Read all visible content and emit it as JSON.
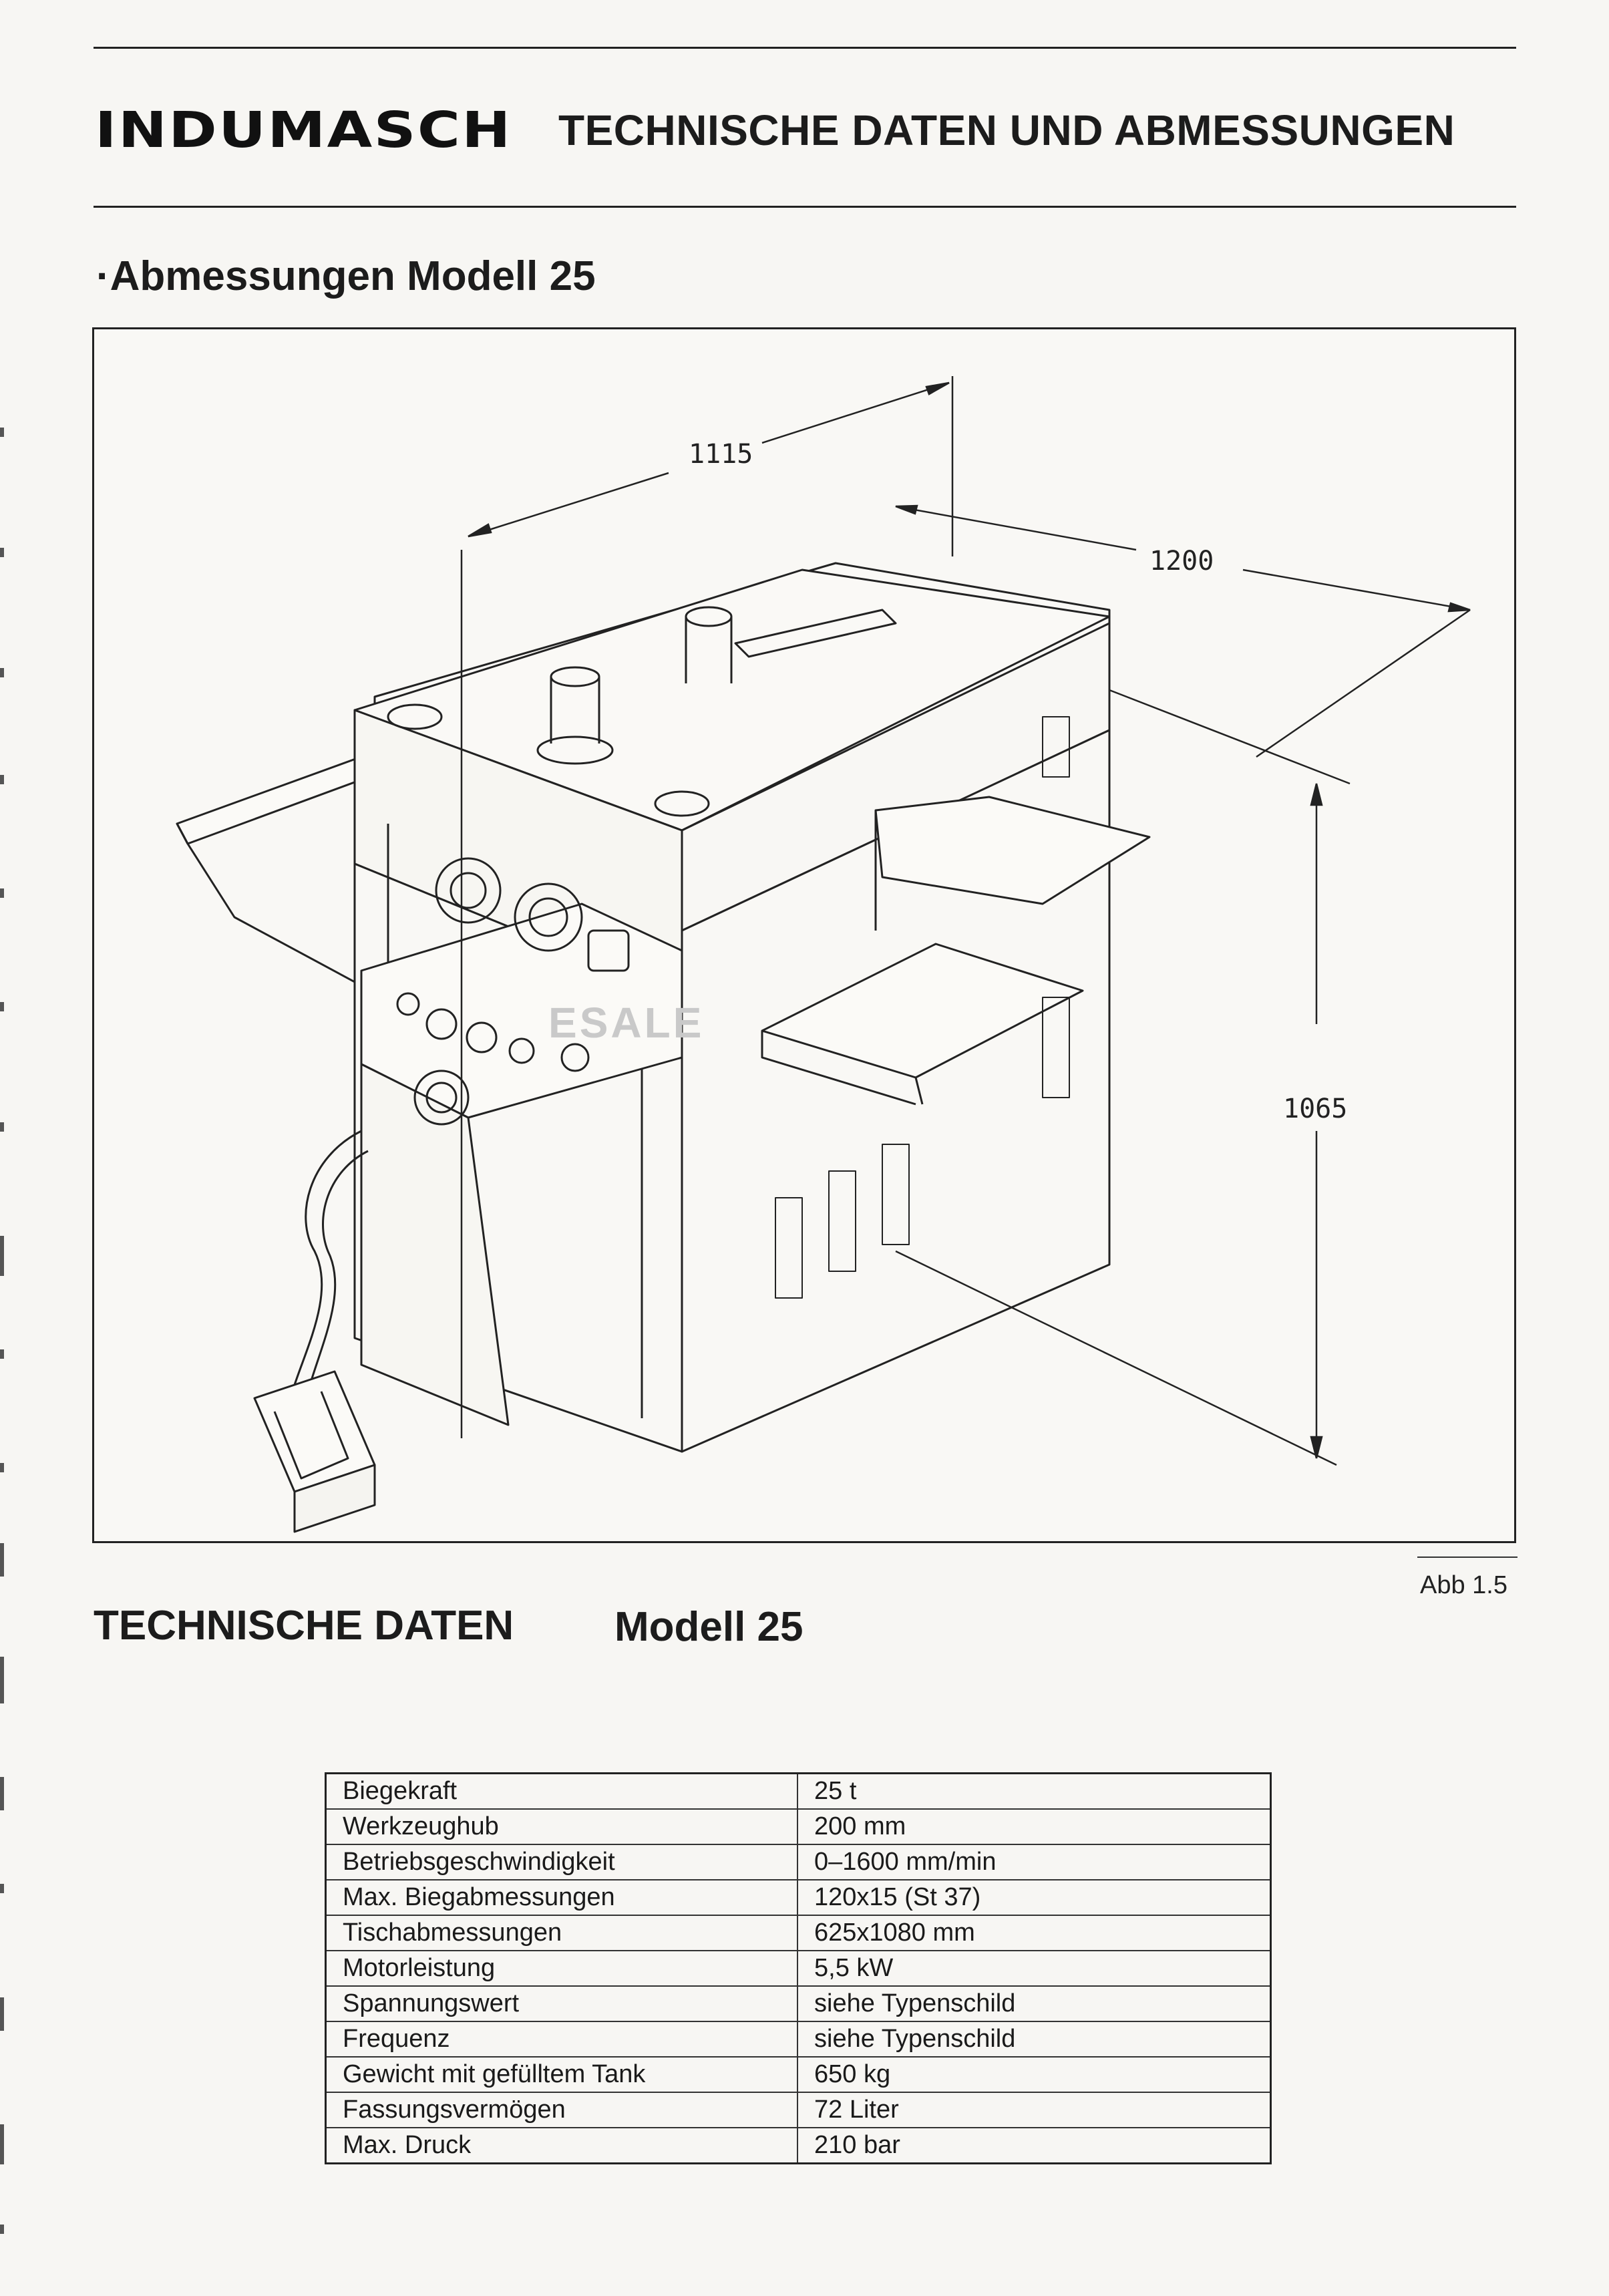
{
  "header": {
    "brand": "INDUMASCH",
    "title": "TECHNISCHE DATEN UND ABMESSUNGEN"
  },
  "dimensions_section": {
    "title": "·Abmessungen Modell 25",
    "figure": {
      "dim_width": "1115",
      "dim_depth": "1200",
      "dim_height": "1065",
      "watermark": "ESALE",
      "caption": "Abb 1.5"
    }
  },
  "tech_section": {
    "title": "TECHNISCHE DATEN",
    "model": "Modell 25",
    "rows": [
      {
        "label": "Biegekraft",
        "value": "25 t"
      },
      {
        "label": "Werkzeughub",
        "value": "200 mm"
      },
      {
        "label": "Betriebsgeschwindigkeit",
        "value": "0–1600 mm/min"
      },
      {
        "label": "Max. Biegabmessungen",
        "value": "120x15 (St 37)"
      },
      {
        "label": "Tischabmessungen",
        "value": "625x1080 mm"
      },
      {
        "label": "Motorleistung",
        "value": "5,5 kW"
      },
      {
        "label": "Spannungswert",
        "value": "siehe Typenschild"
      },
      {
        "label": "Frequenz",
        "value": "siehe Typenschild"
      },
      {
        "label": "Gewicht mit gefülltem Tank",
        "value": "650 kg"
      },
      {
        "label": "Fassungsvermögen",
        "value": "72 Liter"
      },
      {
        "label": "Max. Druck",
        "value": "210 bar"
      }
    ]
  }
}
